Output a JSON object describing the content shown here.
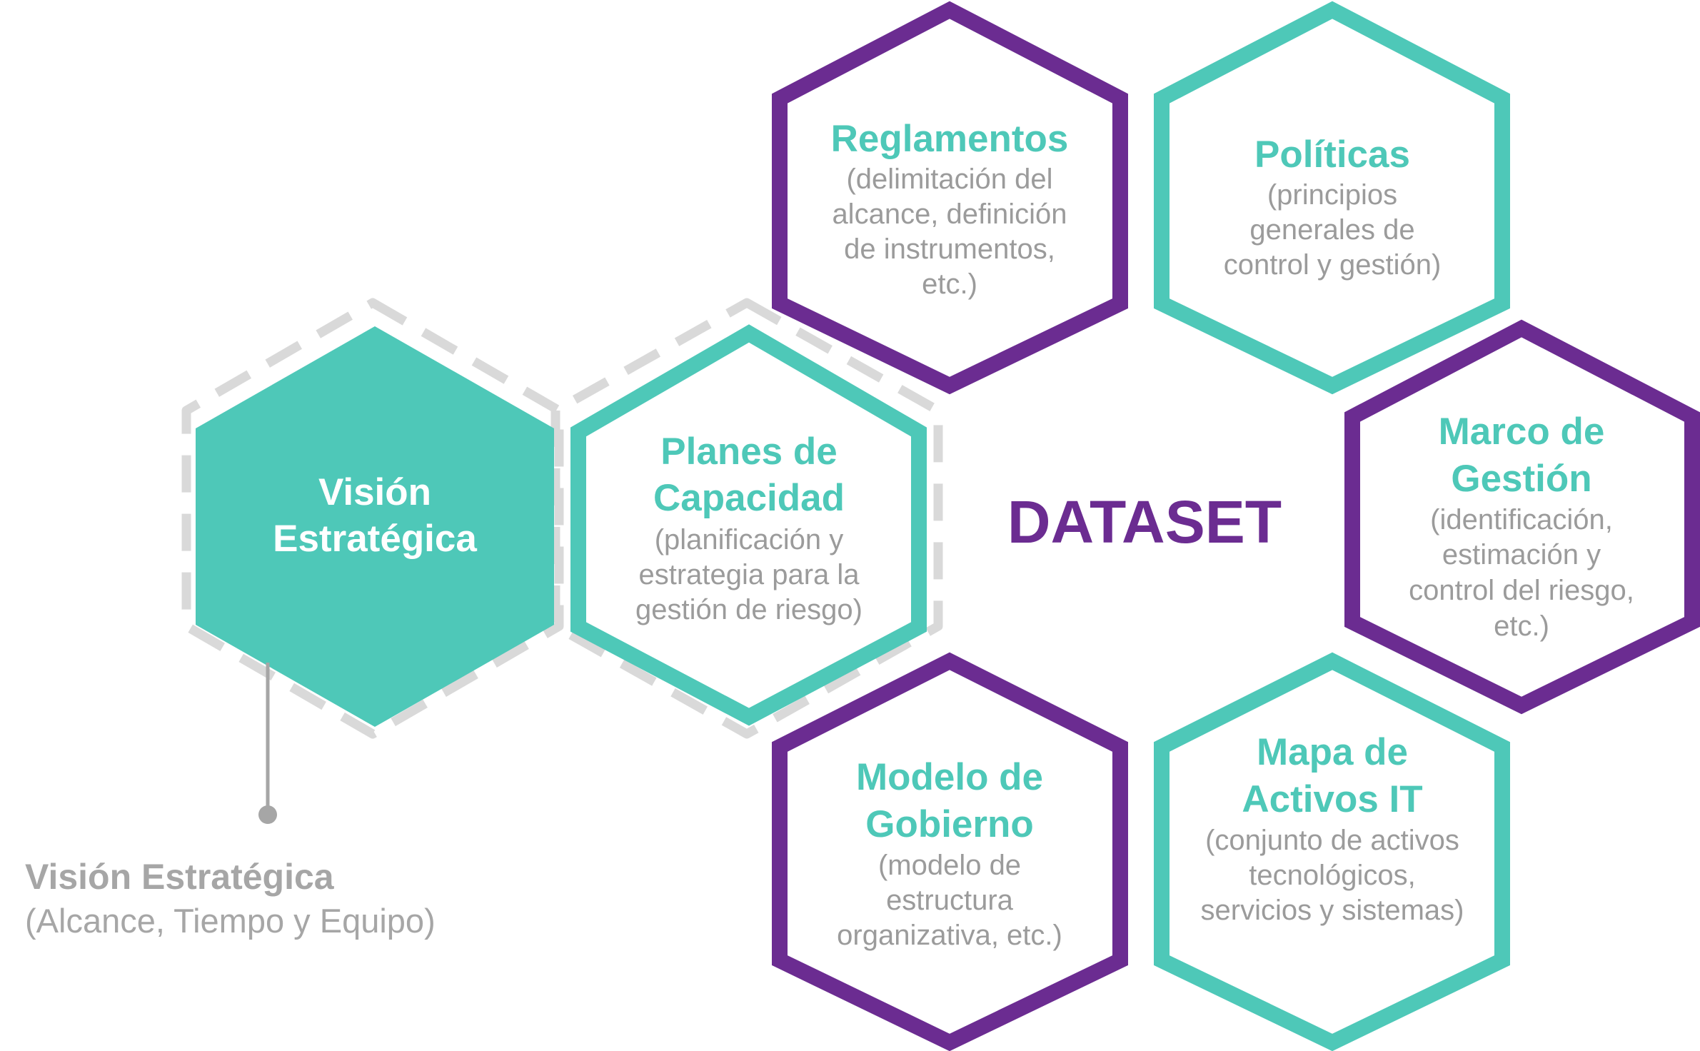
{
  "colors": {
    "teal": "#4ec8b8",
    "purple": "#6b2c91",
    "gray_text": "#9b9b9b",
    "dash": "#d9d9d9",
    "connector": "#a6a6a6",
    "white": "#ffffff"
  },
  "center_label": "DATASET",
  "hexagons": {
    "vision": {
      "title": [
        "Visión",
        "Estratégica"
      ]
    },
    "planes": {
      "title": [
        "Planes de",
        "Capacidad"
      ],
      "desc": [
        "(planificación y",
        "estrategia para la",
        "gestión de riesgo)"
      ]
    },
    "reglamentos": {
      "title": [
        "Reglamentos"
      ],
      "desc": [
        "(delimitación del",
        "alcance, definición",
        "de instrumentos,",
        "etc.)"
      ]
    },
    "politicas": {
      "title": [
        "Políticas"
      ],
      "desc": [
        "(principios",
        "generales de",
        "control y gestión)"
      ]
    },
    "marco": {
      "title": [
        "Marco de",
        "Gestión"
      ],
      "desc": [
        "(identificación,",
        "estimación y",
        "control del riesgo,",
        "etc.)"
      ]
    },
    "modelo": {
      "title": [
        "Modelo de",
        "Gobierno"
      ],
      "desc": [
        "(modelo de",
        "estructura",
        "organizativa, etc.)"
      ]
    },
    "mapa": {
      "title": [
        "Mapa de",
        "Activos IT"
      ],
      "desc": [
        "(conjunto de activos",
        "tecnológicos,",
        "servicios y sistemas)"
      ]
    }
  },
  "caption": {
    "title": "Visión Estratégica",
    "subtitle": "(Alcance, Tiempo y Equipo)"
  }
}
